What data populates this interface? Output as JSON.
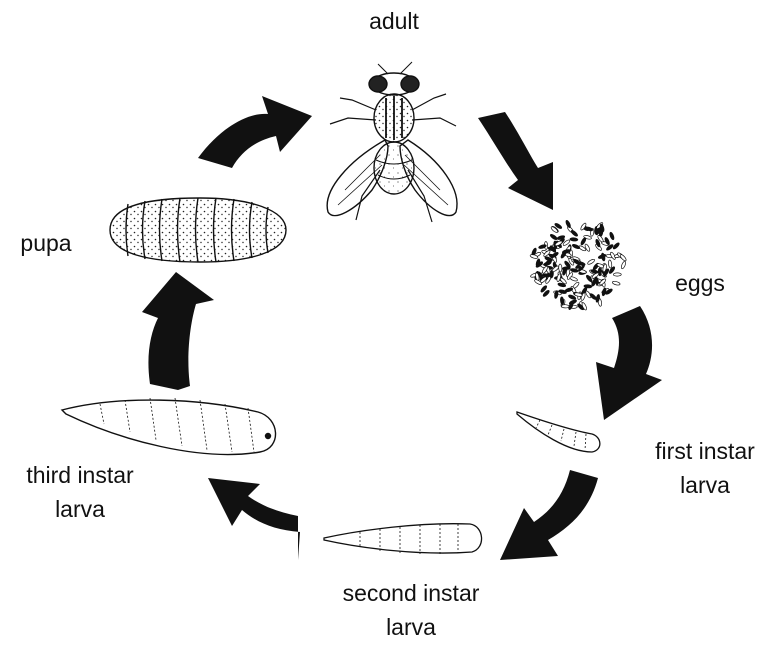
{
  "diagram": {
    "stages": [
      {
        "id": "adult",
        "label": "adult"
      },
      {
        "id": "eggs",
        "label": "eggs"
      },
      {
        "id": "first-instar",
        "label_line1": "first instar",
        "label_line2": "larva"
      },
      {
        "id": "second-instar",
        "label_line1": "second instar",
        "label_line2": "larva"
      },
      {
        "id": "third-instar",
        "label_line1": "third instar",
        "label_line2": "larva"
      },
      {
        "id": "pupa",
        "label": "pupa"
      }
    ],
    "cycle_order": [
      "adult",
      "eggs",
      "first-instar",
      "second-instar",
      "third-instar",
      "pupa"
    ],
    "colors": {
      "arrow": "#111111",
      "ink": "#111111",
      "background": "#ffffff"
    }
  }
}
